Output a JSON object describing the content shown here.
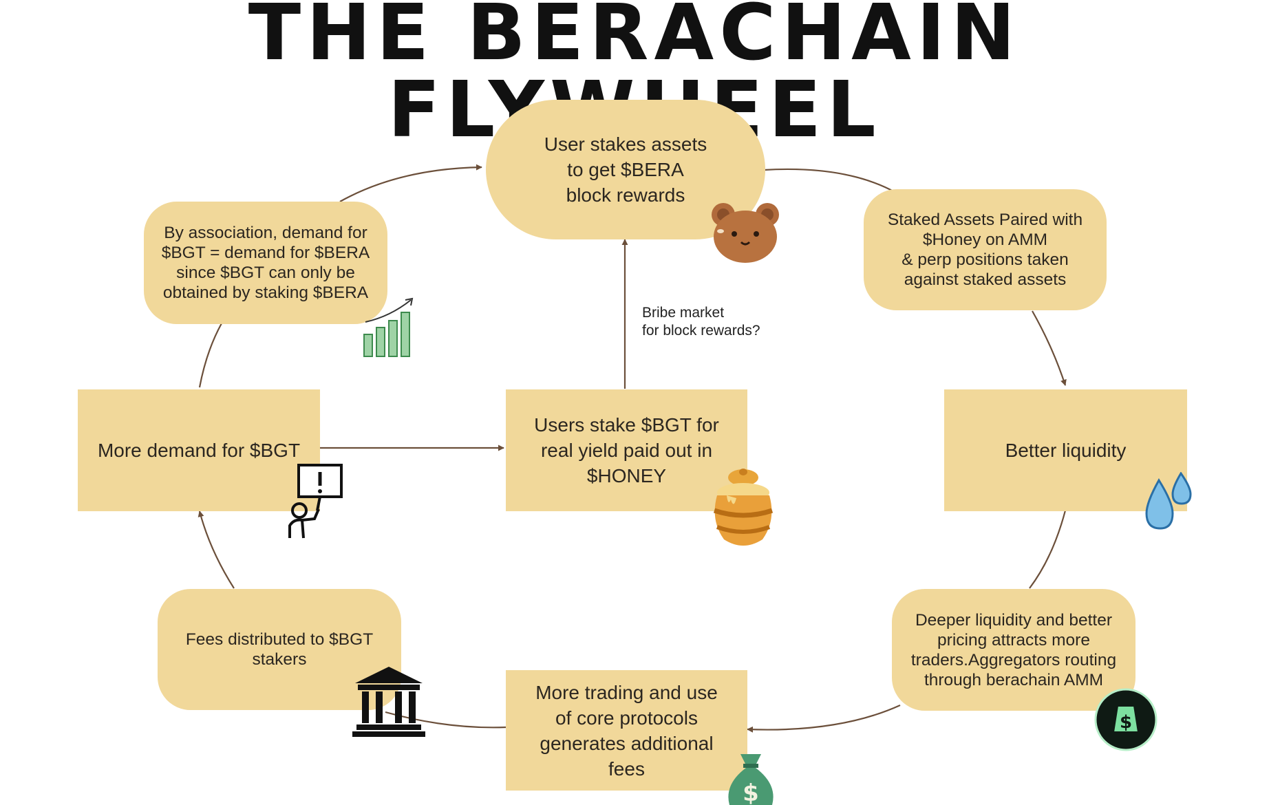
{
  "title": "THE BERACHAIN FLYWHEEL",
  "nodes": {
    "stake_assets": "User stakes assets\nto get $BERA\nblock rewards",
    "paired_assets": "Staked Assets Paired with\n$Honey on AMM\n& perp positions taken\nagainst staked assets",
    "better_liquidity": "Better liquidity",
    "deeper_liquidity": "Deeper liquidity and better\npricing attracts more\ntraders.Aggregators routing\nthrough berachain AMM",
    "more_trading": "More trading and use\nof core protocols\ngenerates additional\nfees",
    "fees_distributed": "Fees distributed to $BGT\nstakers",
    "more_demand": "More demand for $BGT",
    "demand_association": "By association, demand for\n$BGT = demand for $BERA\nsince $BGT can only be\nobtained by staking $BERA",
    "stake_bgt": "Users stake $BGT for\nreal yield paid out in\n$HONEY"
  },
  "bribe_note": "Bribe market\nfor block rewards?",
  "colors": {
    "box_fill": "#f1d89a",
    "arrow": "#6b4f3a",
    "text": "#2b2620"
  },
  "icons": [
    "bear-icon",
    "chart-icon",
    "protest-sign-icon",
    "honey-pot-icon",
    "water-drops-icon",
    "price-tag-icon",
    "bank-icon",
    "money-bag-icon"
  ]
}
